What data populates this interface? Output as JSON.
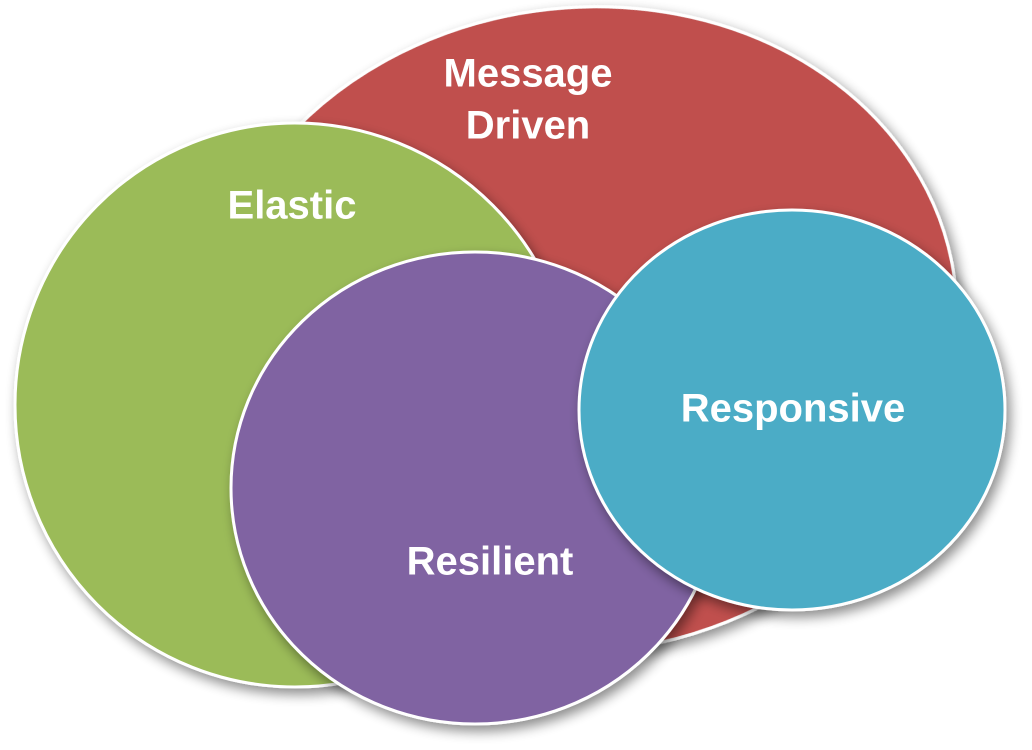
{
  "diagram": {
    "type": "overlapping-ellipses",
    "shapes": [
      {
        "key": "message_driven",
        "color": "#c0504d"
      },
      {
        "key": "elastic",
        "color": "#9bbb59"
      },
      {
        "key": "resilient",
        "color": "#8064a2"
      },
      {
        "key": "responsive",
        "color": "#4bacc6"
      }
    ],
    "labels": {
      "message_driven_line1": "Message",
      "message_driven_line2": "Driven",
      "elastic": "Elastic",
      "resilient": "Resilient",
      "responsive": "Responsive"
    }
  }
}
